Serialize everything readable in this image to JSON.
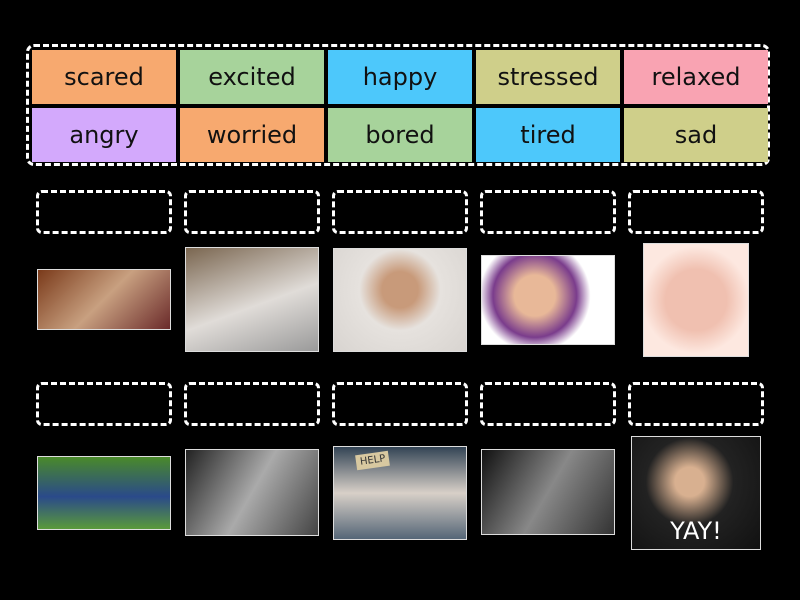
{
  "word_bank": [
    {
      "label": "scared",
      "color": "#f7a96f"
    },
    {
      "label": "excited",
      "color": "#a7d39b"
    },
    {
      "label": "happy",
      "color": "#4dc8fb"
    },
    {
      "label": "stressed",
      "color": "#cfcf8a"
    },
    {
      "label": "relaxed",
      "color": "#f9a3b2"
    },
    {
      "label": "angry",
      "color": "#d3a9fc"
    },
    {
      "label": "worried",
      "color": "#f7a96f"
    },
    {
      "label": "bored",
      "color": "#a7d39b"
    },
    {
      "label": "tired",
      "color": "#4dc8fb"
    },
    {
      "label": "sad",
      "color": "#cfcf8a"
    }
  ],
  "pictures": [
    {
      "desc": "scared-child"
    },
    {
      "desc": "excited-man"
    },
    {
      "desc": "sad-man"
    },
    {
      "desc": "worried-boy"
    },
    {
      "desc": "angry-baby"
    },
    {
      "desc": "relaxed-boy-grass"
    },
    {
      "desc": "bored-boy"
    },
    {
      "desc": "stressed-woman",
      "sign_text": "HELP"
    },
    {
      "desc": "tired-man"
    },
    {
      "desc": "happy-man",
      "caption": "YAY!"
    }
  ]
}
